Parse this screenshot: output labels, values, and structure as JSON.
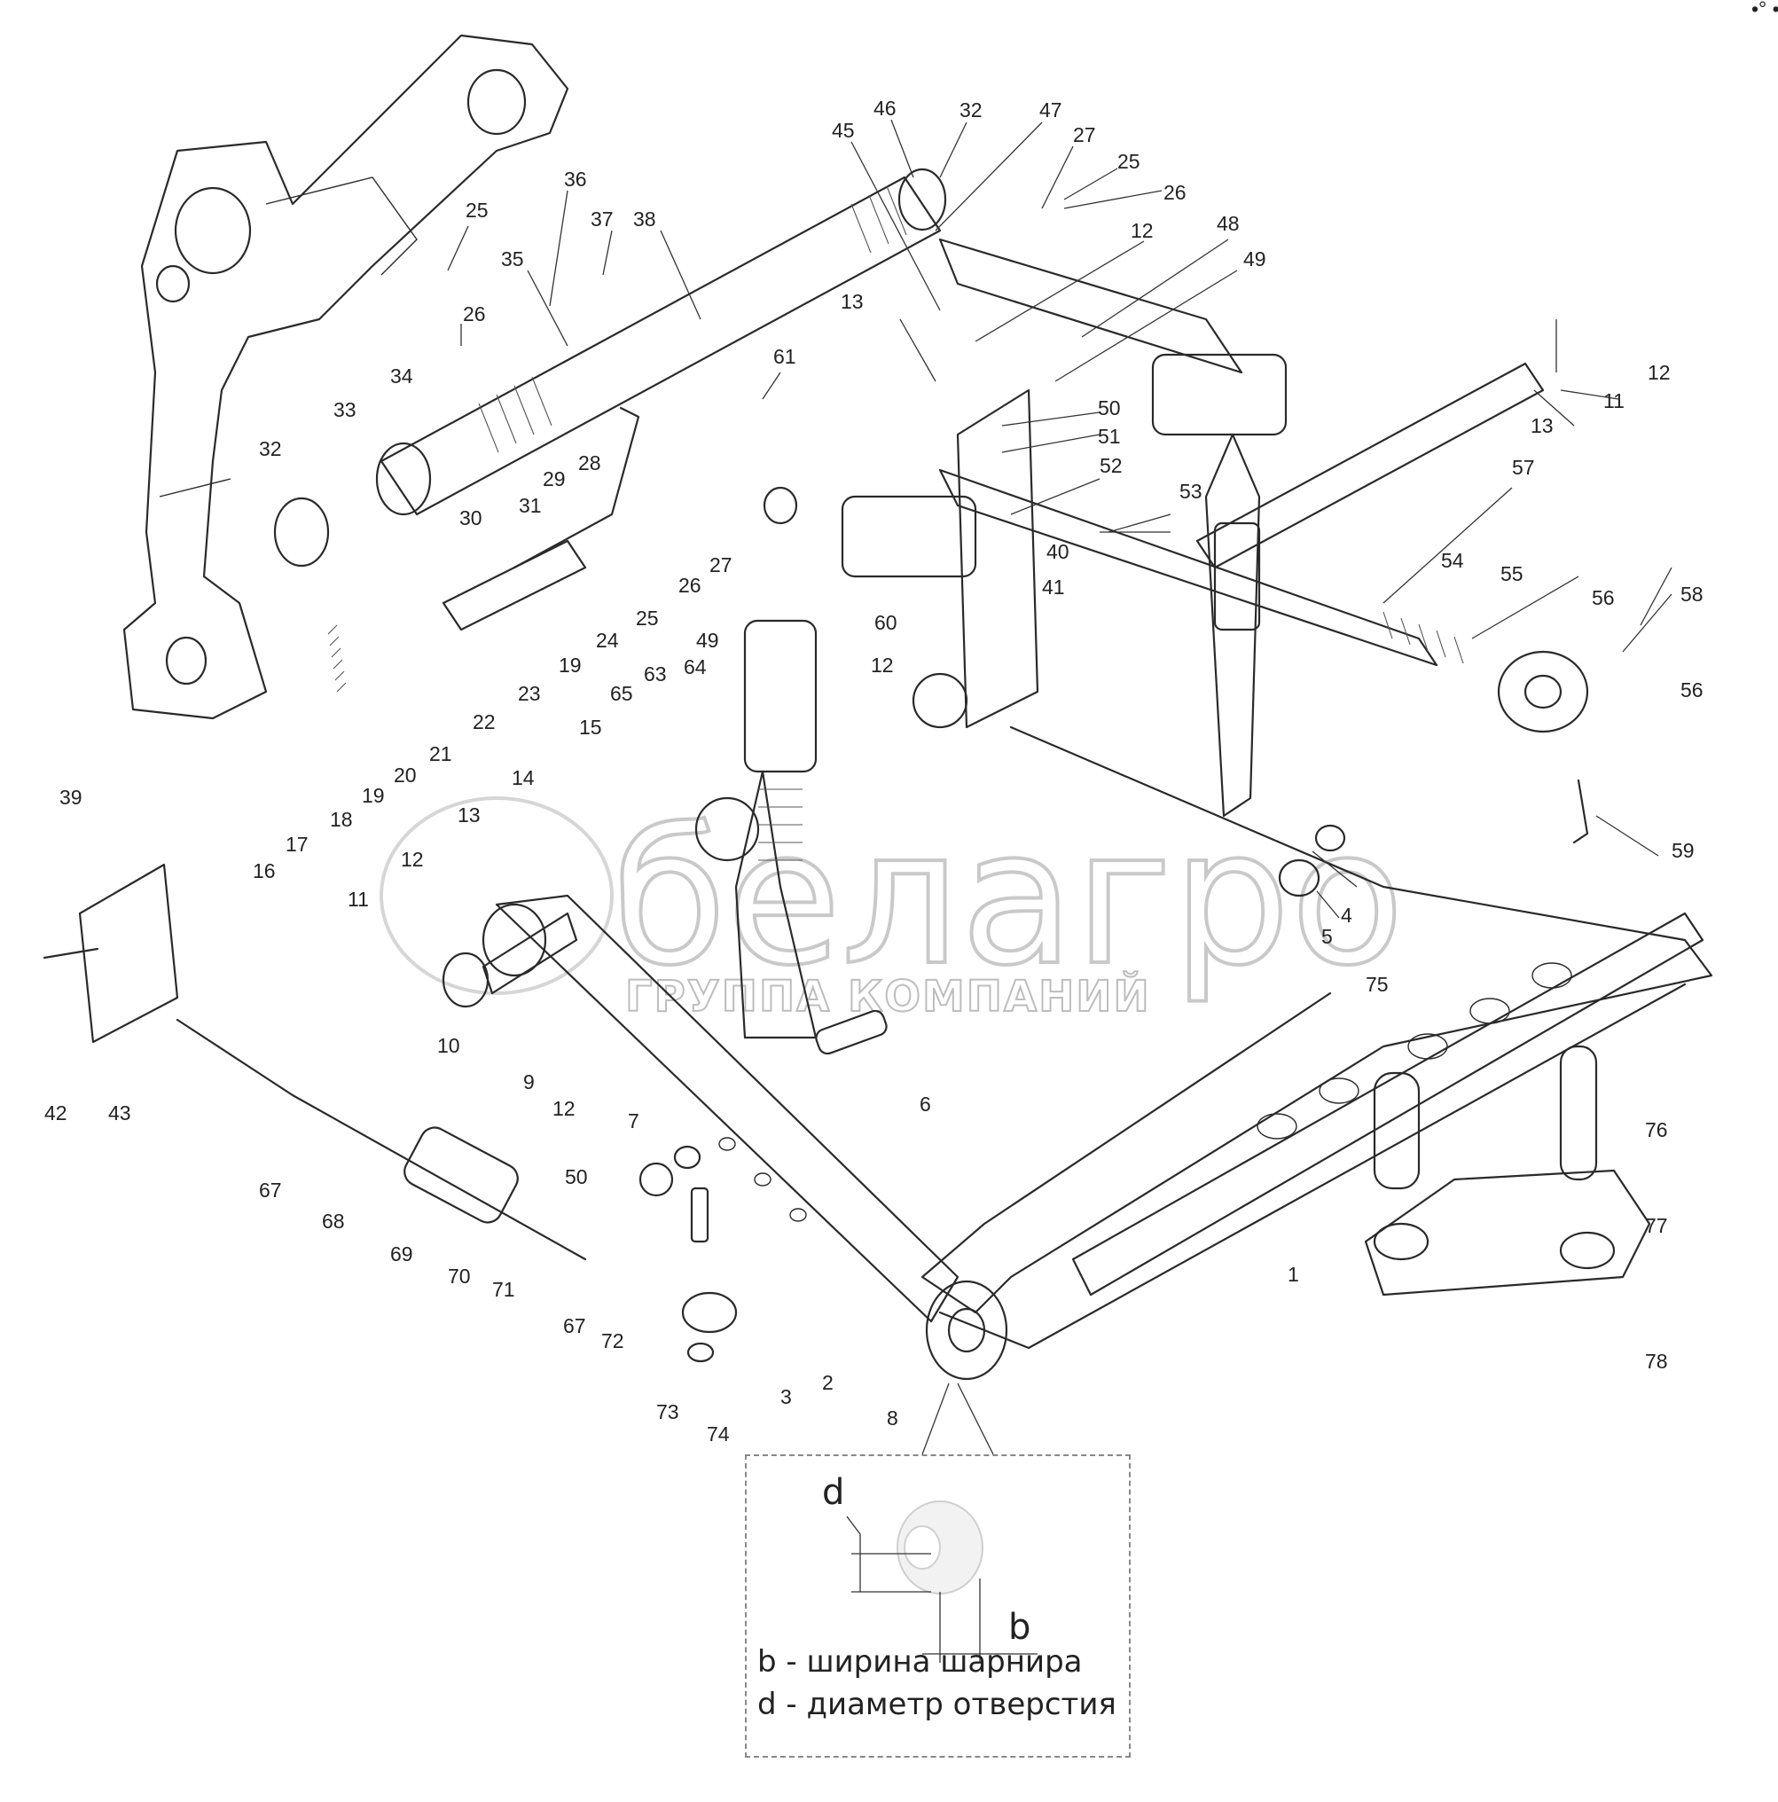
{
  "watermark": {
    "brand": "белагро",
    "subtitle": "ГРУППА КОМПАНИЙ"
  },
  "corner_mark": "•° •••",
  "callouts": [
    {
      "id": "c46",
      "text": "46"
    },
    {
      "id": "c32a",
      "text": "32"
    },
    {
      "id": "c47",
      "text": "47"
    },
    {
      "id": "c45",
      "text": "45"
    },
    {
      "id": "c27a",
      "text": "27"
    },
    {
      "id": "c25a",
      "text": "25"
    },
    {
      "id": "c26a",
      "text": "26"
    },
    {
      "id": "c48",
      "text": "48"
    },
    {
      "id": "c12a",
      "text": "12"
    },
    {
      "id": "c49a",
      "text": "49"
    },
    {
      "id": "c36",
      "text": "36"
    },
    {
      "id": "c37",
      "text": "37"
    },
    {
      "id": "c38",
      "text": "38"
    },
    {
      "id": "c25b",
      "text": "25"
    },
    {
      "id": "c35",
      "text": "35"
    },
    {
      "id": "c26b",
      "text": "26"
    },
    {
      "id": "c13a",
      "text": "13"
    },
    {
      "id": "c61",
      "text": "61"
    },
    {
      "id": "c12b",
      "text": "12"
    },
    {
      "id": "c11a",
      "text": "11"
    },
    {
      "id": "c13b",
      "text": "13"
    },
    {
      "id": "c50a",
      "text": "50"
    },
    {
      "id": "c51",
      "text": "51"
    },
    {
      "id": "c34",
      "text": "34"
    },
    {
      "id": "c33",
      "text": "33"
    },
    {
      "id": "c32b",
      "text": "32"
    },
    {
      "id": "c52",
      "text": "52"
    },
    {
      "id": "c57",
      "text": "57"
    },
    {
      "id": "c29",
      "text": "29"
    },
    {
      "id": "c28",
      "text": "28"
    },
    {
      "id": "c53",
      "text": "53"
    },
    {
      "id": "c30",
      "text": "30"
    },
    {
      "id": "c31",
      "text": "31"
    },
    {
      "id": "c27b",
      "text": "27"
    },
    {
      "id": "c40",
      "text": "40"
    },
    {
      "id": "c54",
      "text": "54"
    },
    {
      "id": "c55",
      "text": "55"
    },
    {
      "id": "c41",
      "text": "41"
    },
    {
      "id": "c58",
      "text": "58"
    },
    {
      "id": "c56a",
      "text": "56"
    },
    {
      "id": "c26c",
      "text": "26"
    },
    {
      "id": "c24",
      "text": "24"
    },
    {
      "id": "c25c",
      "text": "25"
    },
    {
      "id": "c60",
      "text": "60"
    },
    {
      "id": "c49b",
      "text": "49"
    },
    {
      "id": "c19a",
      "text": "19"
    },
    {
      "id": "c12c",
      "text": "12"
    },
    {
      "id": "c56b",
      "text": "56"
    },
    {
      "id": "c63",
      "text": "63"
    },
    {
      "id": "c64",
      "text": "64"
    },
    {
      "id": "c23",
      "text": "23"
    },
    {
      "id": "c65",
      "text": "65"
    },
    {
      "id": "c22",
      "text": "22"
    },
    {
      "id": "c21",
      "text": "21"
    },
    {
      "id": "c15",
      "text": "15"
    },
    {
      "id": "c20",
      "text": "20"
    },
    {
      "id": "c19b",
      "text": "19"
    },
    {
      "id": "c39",
      "text": "39"
    },
    {
      "id": "c14",
      "text": "14"
    },
    {
      "id": "c18",
      "text": "18"
    },
    {
      "id": "c13c",
      "text": "13"
    },
    {
      "id": "c17",
      "text": "17"
    },
    {
      "id": "c59",
      "text": "59"
    },
    {
      "id": "c12d",
      "text": "12"
    },
    {
      "id": "c16",
      "text": "16"
    },
    {
      "id": "c11b",
      "text": "11"
    },
    {
      "id": "c4",
      "text": "4"
    },
    {
      "id": "c5",
      "text": "5"
    },
    {
      "id": "c10",
      "text": "10"
    },
    {
      "id": "c75",
      "text": "75"
    },
    {
      "id": "c9",
      "text": "9"
    },
    {
      "id": "c6",
      "text": "6"
    },
    {
      "id": "c42",
      "text": "42"
    },
    {
      "id": "c43",
      "text": "43"
    },
    {
      "id": "c12e",
      "text": "12"
    },
    {
      "id": "c7",
      "text": "7"
    },
    {
      "id": "c76",
      "text": "76"
    },
    {
      "id": "c67a",
      "text": "67"
    },
    {
      "id": "c68",
      "text": "68"
    },
    {
      "id": "c50b",
      "text": "50"
    },
    {
      "id": "c77",
      "text": "77"
    },
    {
      "id": "c69",
      "text": "69"
    },
    {
      "id": "c70",
      "text": "70"
    },
    {
      "id": "c71",
      "text": "71"
    },
    {
      "id": "c1",
      "text": "1"
    },
    {
      "id": "c67b",
      "text": "67"
    },
    {
      "id": "c72",
      "text": "72"
    },
    {
      "id": "c2",
      "text": "2"
    },
    {
      "id": "c3",
      "text": "3"
    },
    {
      "id": "c78",
      "text": "78"
    },
    {
      "id": "c8",
      "text": "8"
    },
    {
      "id": "c73",
      "text": "73"
    },
    {
      "id": "c74",
      "text": "74"
    }
  ],
  "detail": {
    "dim_d": "d",
    "dim_b": "b",
    "legend": [
      "b -  ширина шарнира",
      "d - диаметр отверстия"
    ]
  }
}
